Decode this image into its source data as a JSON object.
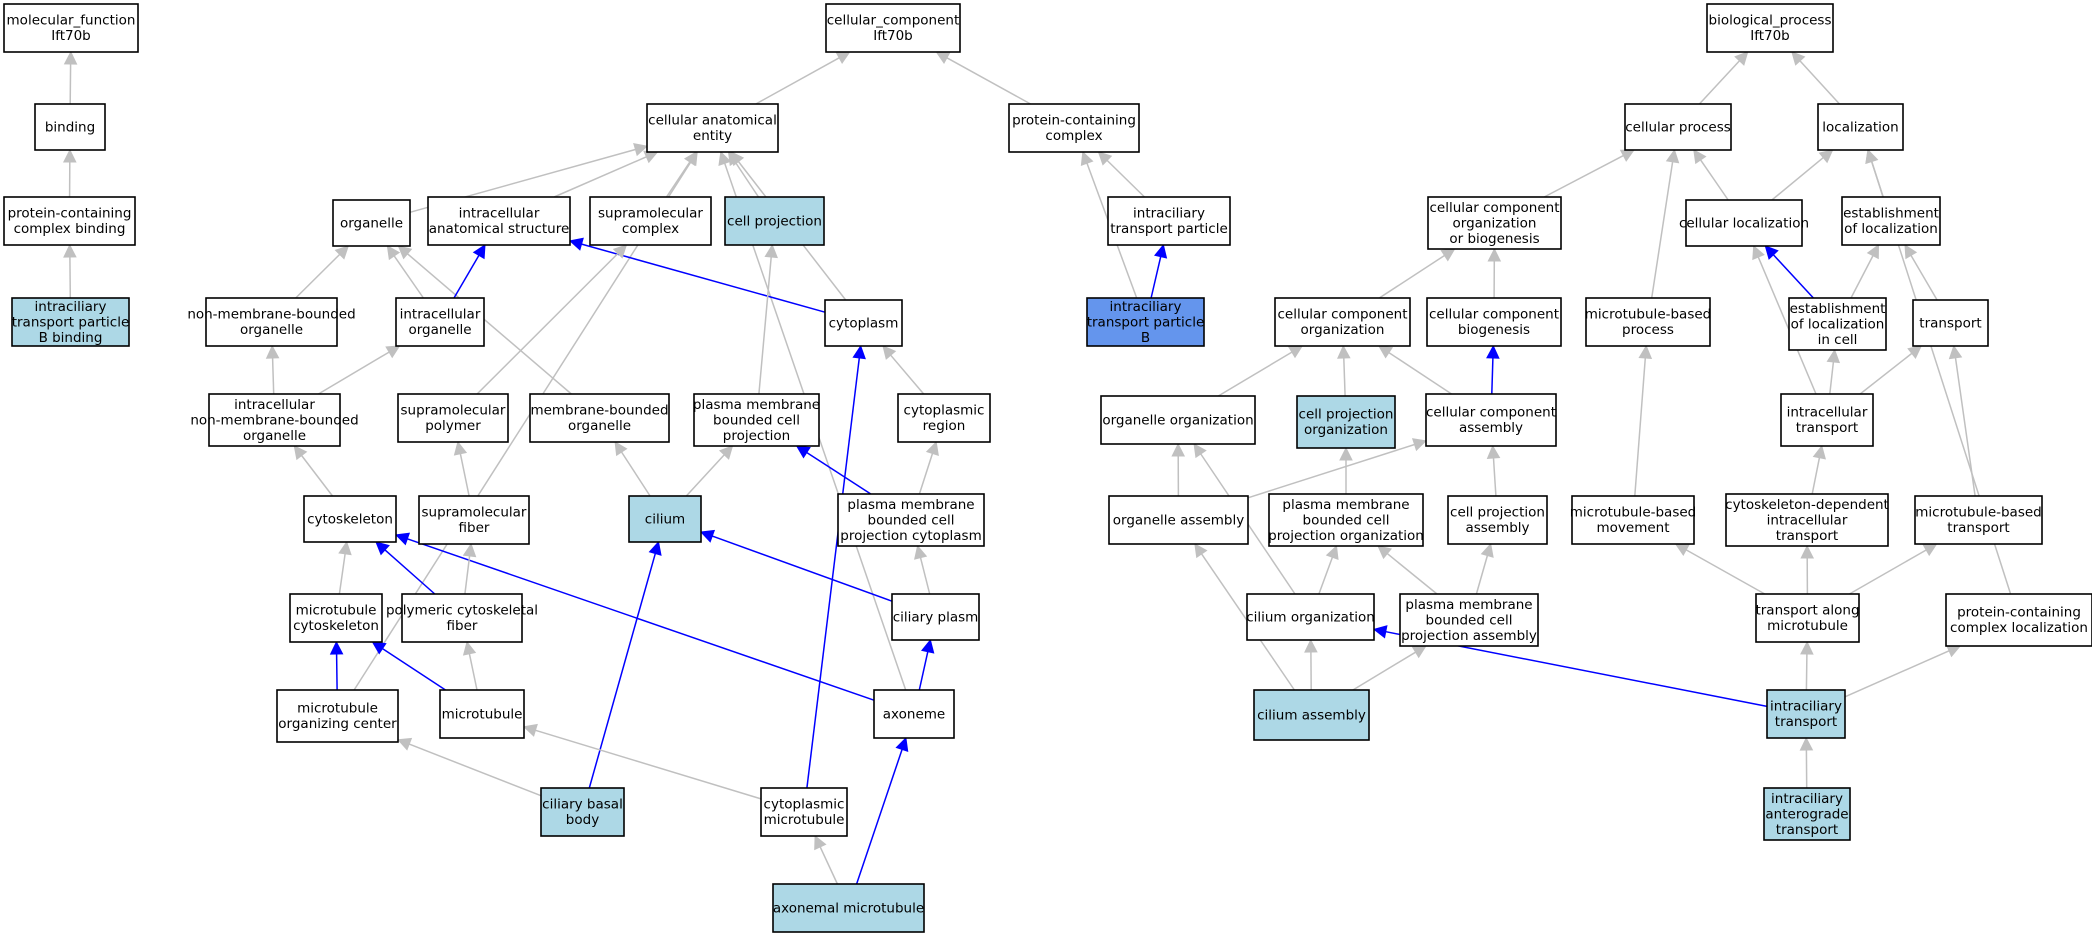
{
  "colors": {
    "node_default": "#ffffff",
    "node_annotated": "#add8e6",
    "node_focus": "#6495ed",
    "edge_is_a": "#c0c0c0",
    "edge_part_of": "#0000ff"
  },
  "nodes": [
    {
      "id": "mf",
      "lines": [
        "molecular_function",
        "Ift70b"
      ],
      "kind": "default"
    },
    {
      "id": "binding",
      "lines": [
        "binding"
      ],
      "kind": "default"
    },
    {
      "id": "pccb",
      "lines": [
        "protein-containing",
        "complex binding"
      ],
      "kind": "default"
    },
    {
      "id": "itpbb",
      "lines": [
        "intraciliary",
        "transport particle",
        "B binding"
      ],
      "kind": "annotated"
    },
    {
      "id": "cc",
      "lines": [
        "cellular_component",
        "Ift70b"
      ],
      "kind": "default"
    },
    {
      "id": "cae",
      "lines": [
        "cellular anatomical",
        "entity"
      ],
      "kind": "default"
    },
    {
      "id": "pcc",
      "lines": [
        "protein-containing",
        "complex"
      ],
      "kind": "default"
    },
    {
      "id": "organelle",
      "lines": [
        "organelle"
      ],
      "kind": "default"
    },
    {
      "id": "ias",
      "lines": [
        "intracellular",
        "anatomical structure"
      ],
      "kind": "default"
    },
    {
      "id": "smc",
      "lines": [
        "supramolecular",
        "complex"
      ],
      "kind": "default"
    },
    {
      "id": "cellproj",
      "lines": [
        "cell projection"
      ],
      "kind": "annotated"
    },
    {
      "id": "itp",
      "lines": [
        "intraciliary",
        "transport particle"
      ],
      "kind": "default"
    },
    {
      "id": "nmbo",
      "lines": [
        "non-membrane-bounded",
        "organelle"
      ],
      "kind": "default"
    },
    {
      "id": "io",
      "lines": [
        "intracellular",
        "organelle"
      ],
      "kind": "default"
    },
    {
      "id": "cytoplasm",
      "lines": [
        "cytoplasm"
      ],
      "kind": "default"
    },
    {
      "id": "itpb",
      "lines": [
        "intraciliary",
        "transport particle",
        "B"
      ],
      "kind": "focus"
    },
    {
      "id": "inmbo",
      "lines": [
        "intracellular",
        "non-membrane-bounded",
        "organelle"
      ],
      "kind": "default"
    },
    {
      "id": "smp",
      "lines": [
        "supramolecular",
        "polymer"
      ],
      "kind": "default"
    },
    {
      "id": "mbo",
      "lines": [
        "membrane-bounded",
        "organelle"
      ],
      "kind": "default"
    },
    {
      "id": "pmbcp",
      "lines": [
        "plasma membrane",
        "bounded cell",
        "projection"
      ],
      "kind": "default"
    },
    {
      "id": "cytregion",
      "lines": [
        "cytoplasmic",
        "region"
      ],
      "kind": "default"
    },
    {
      "id": "cytoskeleton",
      "lines": [
        "cytoskeleton"
      ],
      "kind": "default"
    },
    {
      "id": "smf",
      "lines": [
        "supramolecular",
        "fiber"
      ],
      "kind": "default"
    },
    {
      "id": "cilium",
      "lines": [
        "cilium"
      ],
      "kind": "annotated"
    },
    {
      "id": "pmbcpc",
      "lines": [
        "plasma membrane",
        "bounded cell",
        "projection cytoplasm"
      ],
      "kind": "default"
    },
    {
      "id": "mtcs",
      "lines": [
        "microtubule",
        "cytoskeleton"
      ],
      "kind": "default"
    },
    {
      "id": "pcsf",
      "lines": [
        "polymeric cytoskeletal",
        "fiber"
      ],
      "kind": "default"
    },
    {
      "id": "cilplasm",
      "lines": [
        "ciliary plasm"
      ],
      "kind": "default"
    },
    {
      "id": "mtoc",
      "lines": [
        "microtubule",
        "organizing center"
      ],
      "kind": "default"
    },
    {
      "id": "microtubule",
      "lines": [
        "microtubule"
      ],
      "kind": "default"
    },
    {
      "id": "axoneme",
      "lines": [
        "axoneme"
      ],
      "kind": "default"
    },
    {
      "id": "cbb",
      "lines": [
        "ciliary basal",
        "body"
      ],
      "kind": "annotated"
    },
    {
      "id": "cytmt",
      "lines": [
        "cytoplasmic",
        "microtubule"
      ],
      "kind": "default"
    },
    {
      "id": "axmt",
      "lines": [
        "axonemal microtubule"
      ],
      "kind": "annotated"
    },
    {
      "id": "bp",
      "lines": [
        "biological_process",
        "Ift70b"
      ],
      "kind": "default"
    },
    {
      "id": "cellproc",
      "lines": [
        "cellular process"
      ],
      "kind": "default"
    },
    {
      "id": "localization",
      "lines": [
        "localization"
      ],
      "kind": "default"
    },
    {
      "id": "ccob",
      "lines": [
        "cellular component",
        "organization",
        "or biogenesis"
      ],
      "kind": "default"
    },
    {
      "id": "cellloc",
      "lines": [
        "cellular localization"
      ],
      "kind": "default"
    },
    {
      "id": "estloc",
      "lines": [
        "establishment",
        "of localization"
      ],
      "kind": "default"
    },
    {
      "id": "cco",
      "lines": [
        "cellular component",
        "organization"
      ],
      "kind": "default"
    },
    {
      "id": "ccbio",
      "lines": [
        "cellular component",
        "biogenesis"
      ],
      "kind": "default"
    },
    {
      "id": "mtbp",
      "lines": [
        "microtubule-based",
        "process"
      ],
      "kind": "default"
    },
    {
      "id": "estlocc",
      "lines": [
        "establishment",
        "of localization",
        "in cell"
      ],
      "kind": "default"
    },
    {
      "id": "transport",
      "lines": [
        "transport"
      ],
      "kind": "default"
    },
    {
      "id": "orgorg",
      "lines": [
        "organelle organization"
      ],
      "kind": "default"
    },
    {
      "id": "cpo",
      "lines": [
        "cell projection",
        "organization"
      ],
      "kind": "annotated"
    },
    {
      "id": "cca",
      "lines": [
        "cellular component",
        "assembly"
      ],
      "kind": "default"
    },
    {
      "id": "inttrans",
      "lines": [
        "intracellular",
        "transport"
      ],
      "kind": "default"
    },
    {
      "id": "orgasm",
      "lines": [
        "organelle assembly"
      ],
      "kind": "default"
    },
    {
      "id": "pmbcpo",
      "lines": [
        "plasma membrane",
        "bounded cell",
        "projection organization"
      ],
      "kind": "default"
    },
    {
      "id": "cpa",
      "lines": [
        "cell projection",
        "assembly"
      ],
      "kind": "default"
    },
    {
      "id": "mtbm",
      "lines": [
        "microtubule-based",
        "movement"
      ],
      "kind": "default"
    },
    {
      "id": "cdit",
      "lines": [
        "cytoskeleton-dependent",
        "intracellular",
        "transport"
      ],
      "kind": "default"
    },
    {
      "id": "mtbt",
      "lines": [
        "microtubule-based",
        "transport"
      ],
      "kind": "default"
    },
    {
      "id": "cilorg",
      "lines": [
        "cilium organization"
      ],
      "kind": "default"
    },
    {
      "id": "pmbcpa",
      "lines": [
        "plasma membrane",
        "bounded cell",
        "projection assembly"
      ],
      "kind": "default"
    },
    {
      "id": "tam",
      "lines": [
        "transport along",
        "microtubule"
      ],
      "kind": "default"
    },
    {
      "id": "pccl",
      "lines": [
        "protein-containing",
        "complex localization"
      ],
      "kind": "default"
    },
    {
      "id": "cilasm",
      "lines": [
        "cilium assembly"
      ],
      "kind": "annotated"
    },
    {
      "id": "inctrans",
      "lines": [
        "intraciliary",
        "transport"
      ],
      "kind": "annotated"
    },
    {
      "id": "icat",
      "lines": [
        "intraciliary",
        "anterograde",
        "transport"
      ],
      "kind": "annotated"
    }
  ],
  "edges": [
    {
      "from": "binding",
      "to": "mf",
      "type": "is_a"
    },
    {
      "from": "pccb",
      "to": "binding",
      "type": "is_a"
    },
    {
      "from": "itpbb",
      "to": "pccb",
      "type": "is_a"
    },
    {
      "from": "cae",
      "to": "cc",
      "type": "is_a"
    },
    {
      "from": "pcc",
      "to": "cc",
      "type": "is_a"
    },
    {
      "from": "organelle",
      "to": "cae",
      "type": "is_a"
    },
    {
      "from": "ias",
      "to": "cae",
      "type": "is_a"
    },
    {
      "from": "smc",
      "to": "cae",
      "type": "is_a"
    },
    {
      "from": "cellproj",
      "to": "cae",
      "type": "is_a"
    },
    {
      "from": "cytoplasm",
      "to": "cae",
      "type": "is_a"
    },
    {
      "from": "mtoc",
      "to": "cae",
      "type": "is_a"
    },
    {
      "from": "axoneme",
      "to": "cae",
      "type": "is_a"
    },
    {
      "from": "itp",
      "to": "pcc",
      "type": "is_a"
    },
    {
      "from": "itpb",
      "to": "pcc",
      "type": "is_a"
    },
    {
      "from": "itpb",
      "to": "itp",
      "type": "part_of"
    },
    {
      "from": "nmbo",
      "to": "organelle",
      "type": "is_a"
    },
    {
      "from": "io",
      "to": "organelle",
      "type": "is_a"
    },
    {
      "from": "mbo",
      "to": "organelle",
      "type": "is_a"
    },
    {
      "from": "io",
      "to": "ias",
      "type": "part_of"
    },
    {
      "from": "cytoplasm",
      "to": "ias",
      "type": "part_of"
    },
    {
      "from": "smp",
      "to": "smc",
      "type": "is_a"
    },
    {
      "from": "pmbcp",
      "to": "cellproj",
      "type": "is_a"
    },
    {
      "from": "inmbo",
      "to": "nmbo",
      "type": "is_a"
    },
    {
      "from": "inmbo",
      "to": "io",
      "type": "is_a"
    },
    {
      "from": "cytregion",
      "to": "cytoplasm",
      "type": "is_a"
    },
    {
      "from": "cytmt",
      "to": "cytoplasm",
      "type": "part_of"
    },
    {
      "from": "cytoskeleton",
      "to": "inmbo",
      "type": "is_a"
    },
    {
      "from": "smf",
      "to": "smp",
      "type": "is_a"
    },
    {
      "from": "cilium",
      "to": "mbo",
      "type": "is_a"
    },
    {
      "from": "cilium",
      "to": "pmbcp",
      "type": "is_a"
    },
    {
      "from": "pmbcpc",
      "to": "pmbcp",
      "type": "part_of"
    },
    {
      "from": "pmbcpc",
      "to": "cytregion",
      "type": "is_a"
    },
    {
      "from": "mtcs",
      "to": "cytoskeleton",
      "type": "is_a"
    },
    {
      "from": "pcsf",
      "to": "cytoskeleton",
      "type": "part_of"
    },
    {
      "from": "axoneme",
      "to": "cytoskeleton",
      "type": "part_of"
    },
    {
      "from": "pcsf",
      "to": "smf",
      "type": "is_a"
    },
    {
      "from": "cilplasm",
      "to": "cilium",
      "type": "part_of"
    },
    {
      "from": "cbb",
      "to": "cilium",
      "type": "part_of"
    },
    {
      "from": "cilplasm",
      "to": "pmbcpc",
      "type": "is_a"
    },
    {
      "from": "mtoc",
      "to": "mtcs",
      "type": "part_of"
    },
    {
      "from": "microtubule",
      "to": "mtcs",
      "type": "part_of"
    },
    {
      "from": "microtubule",
      "to": "pcsf",
      "type": "is_a"
    },
    {
      "from": "axoneme",
      "to": "cilplasm",
      "type": "part_of"
    },
    {
      "from": "cbb",
      "to": "mtoc",
      "type": "is_a"
    },
    {
      "from": "cytmt",
      "to": "microtubule",
      "type": "is_a"
    },
    {
      "from": "axmt",
      "to": "axoneme",
      "type": "part_of"
    },
    {
      "from": "axmt",
      "to": "cytmt",
      "type": "is_a"
    },
    {
      "from": "cellproc",
      "to": "bp",
      "type": "is_a"
    },
    {
      "from": "localization",
      "to": "bp",
      "type": "is_a"
    },
    {
      "from": "ccob",
      "to": "cellproc",
      "type": "is_a"
    },
    {
      "from": "cellloc",
      "to": "cellproc",
      "type": "is_a"
    },
    {
      "from": "mtbp",
      "to": "cellproc",
      "type": "is_a"
    },
    {
      "from": "cellloc",
      "to": "localization",
      "type": "is_a"
    },
    {
      "from": "estloc",
      "to": "localization",
      "type": "is_a"
    },
    {
      "from": "pccl",
      "to": "localization",
      "type": "is_a"
    },
    {
      "from": "cco",
      "to": "ccob",
      "type": "is_a"
    },
    {
      "from": "ccbio",
      "to": "ccob",
      "type": "is_a"
    },
    {
      "from": "estlocc",
      "to": "cellloc",
      "type": "part_of"
    },
    {
      "from": "inttrans",
      "to": "cellloc",
      "type": "is_a"
    },
    {
      "from": "estlocc",
      "to": "estloc",
      "type": "is_a"
    },
    {
      "from": "transport",
      "to": "estloc",
      "type": "is_a"
    },
    {
      "from": "orgorg",
      "to": "cco",
      "type": "is_a"
    },
    {
      "from": "cpo",
      "to": "cco",
      "type": "is_a"
    },
    {
      "from": "cca",
      "to": "cco",
      "type": "is_a"
    },
    {
      "from": "cca",
      "to": "ccbio",
      "type": "part_of"
    },
    {
      "from": "mtbm",
      "to": "mtbp",
      "type": "is_a"
    },
    {
      "from": "inttrans",
      "to": "estlocc",
      "type": "is_a"
    },
    {
      "from": "inttrans",
      "to": "transport",
      "type": "is_a"
    },
    {
      "from": "mtbt",
      "to": "transport",
      "type": "is_a"
    },
    {
      "from": "orgasm",
      "to": "orgorg",
      "type": "is_a"
    },
    {
      "from": "cilorg",
      "to": "orgorg",
      "type": "is_a"
    },
    {
      "from": "pmbcpo",
      "to": "cpo",
      "type": "is_a"
    },
    {
      "from": "orgasm",
      "to": "cca",
      "type": "is_a"
    },
    {
      "from": "cpa",
      "to": "cca",
      "type": "is_a"
    },
    {
      "from": "cdit",
      "to": "inttrans",
      "type": "is_a"
    },
    {
      "from": "cilasm",
      "to": "orgasm",
      "type": "is_a"
    },
    {
      "from": "cilorg",
      "to": "pmbcpo",
      "type": "is_a"
    },
    {
      "from": "pmbcpa",
      "to": "pmbcpo",
      "type": "is_a"
    },
    {
      "from": "pmbcpa",
      "to": "cpa",
      "type": "is_a"
    },
    {
      "from": "tam",
      "to": "mtbm",
      "type": "is_a"
    },
    {
      "from": "tam",
      "to": "cdit",
      "type": "is_a"
    },
    {
      "from": "tam",
      "to": "mtbt",
      "type": "is_a"
    },
    {
      "from": "cilasm",
      "to": "cilorg",
      "type": "is_a"
    },
    {
      "from": "inctrans",
      "to": "cilorg",
      "type": "part_of"
    },
    {
      "from": "cilasm",
      "to": "pmbcpa",
      "type": "is_a"
    },
    {
      "from": "inctrans",
      "to": "tam",
      "type": "is_a"
    },
    {
      "from": "inctrans",
      "to": "pccl",
      "type": "is_a"
    },
    {
      "from": "icat",
      "to": "inctrans",
      "type": "is_a"
    }
  ]
}
